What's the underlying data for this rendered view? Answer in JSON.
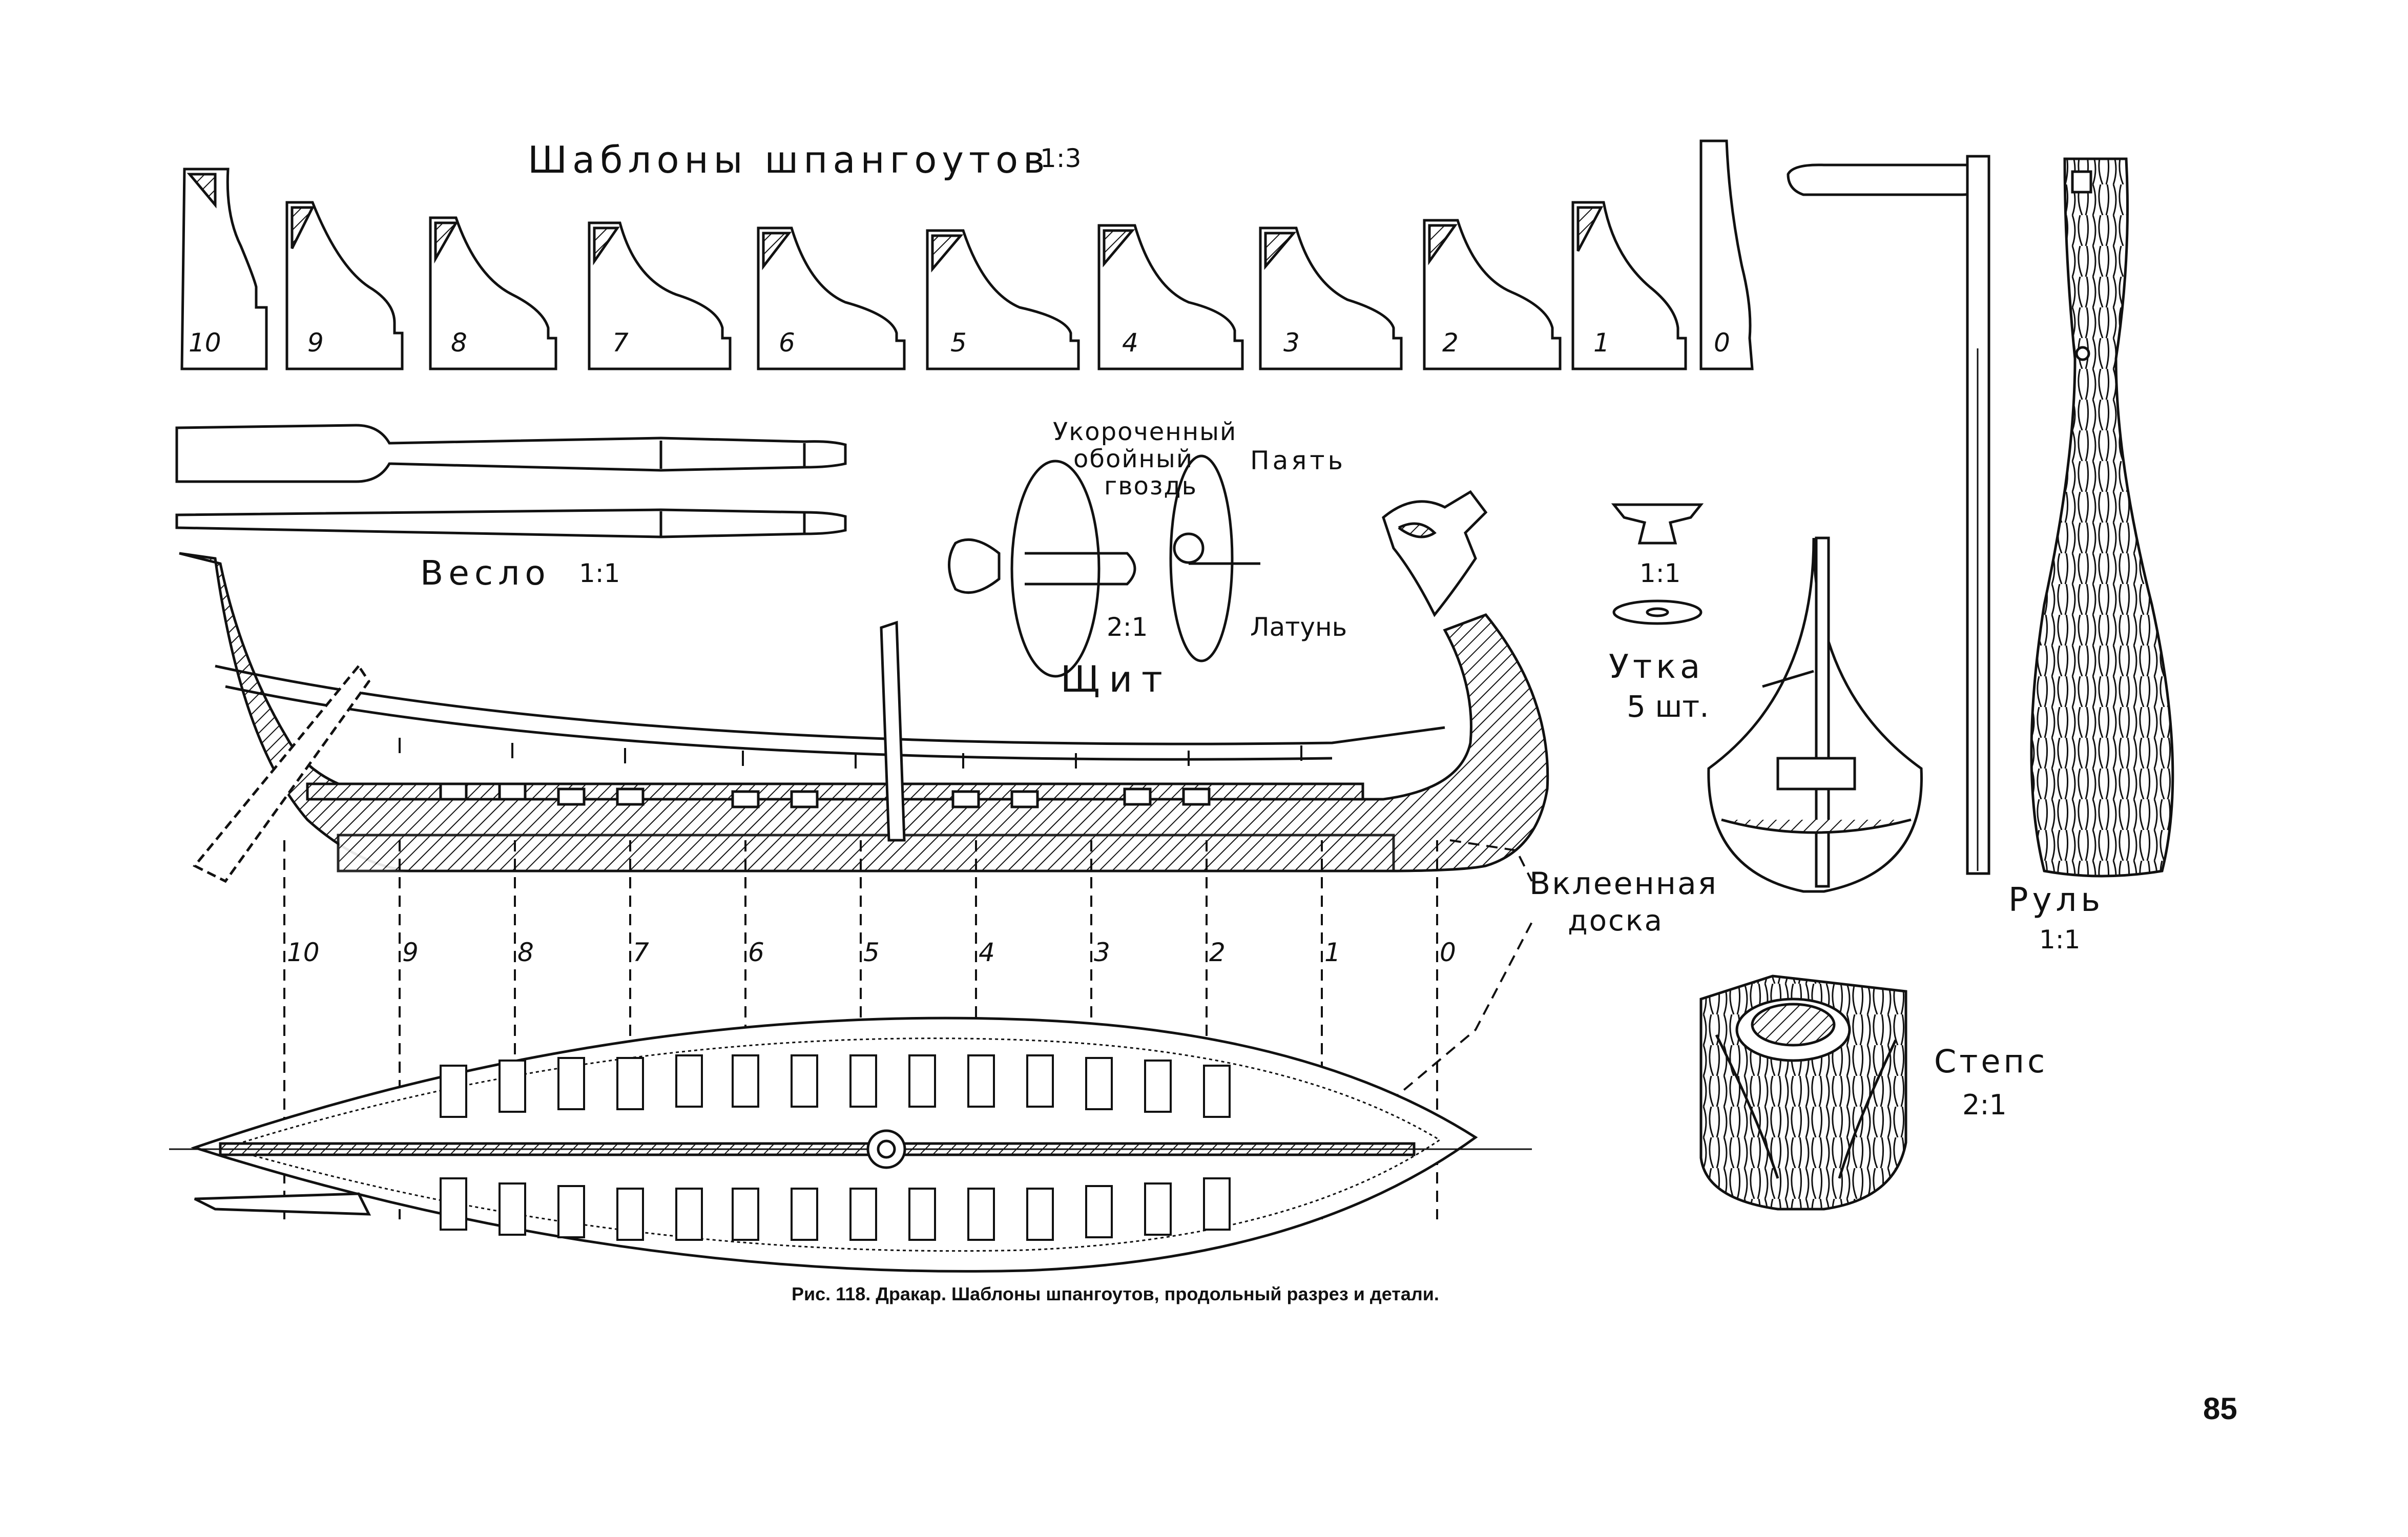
{
  "frame_templates": {
    "title": "Шаблоны шпангоутов",
    "scale": "1:3",
    "numbers": [
      "10",
      "9",
      "8",
      "7",
      "6",
      "5",
      "4",
      "3",
      "2",
      "1",
      "0"
    ]
  },
  "oar": {
    "title": "Весло",
    "scale": "1:1"
  },
  "shield": {
    "title": "Щит",
    "scale": "2:1",
    "callouts": {
      "nail": [
        "Укороченный",
        "обойный",
        "гвоздь"
      ],
      "solder": "Паять",
      "brass": "Латунь"
    }
  },
  "cleat": {
    "title": "Утка",
    "scale": "1:1",
    "count": "5 шт."
  },
  "rudder": {
    "title": "Руль",
    "scale": "1:1"
  },
  "glued_board": {
    "lines": [
      "Вклеенная",
      "доска"
    ]
  },
  "step": {
    "title": "Степс",
    "scale": "2:1"
  },
  "station_labels": [
    "10",
    "9",
    "8",
    "7",
    "6",
    "5",
    "4",
    "3",
    "2",
    "1",
    "0"
  ],
  "caption": "Рис. 118. Дракар. Шаблоны шпангоутов, продольный разрез и детали.",
  "page_number": "85"
}
